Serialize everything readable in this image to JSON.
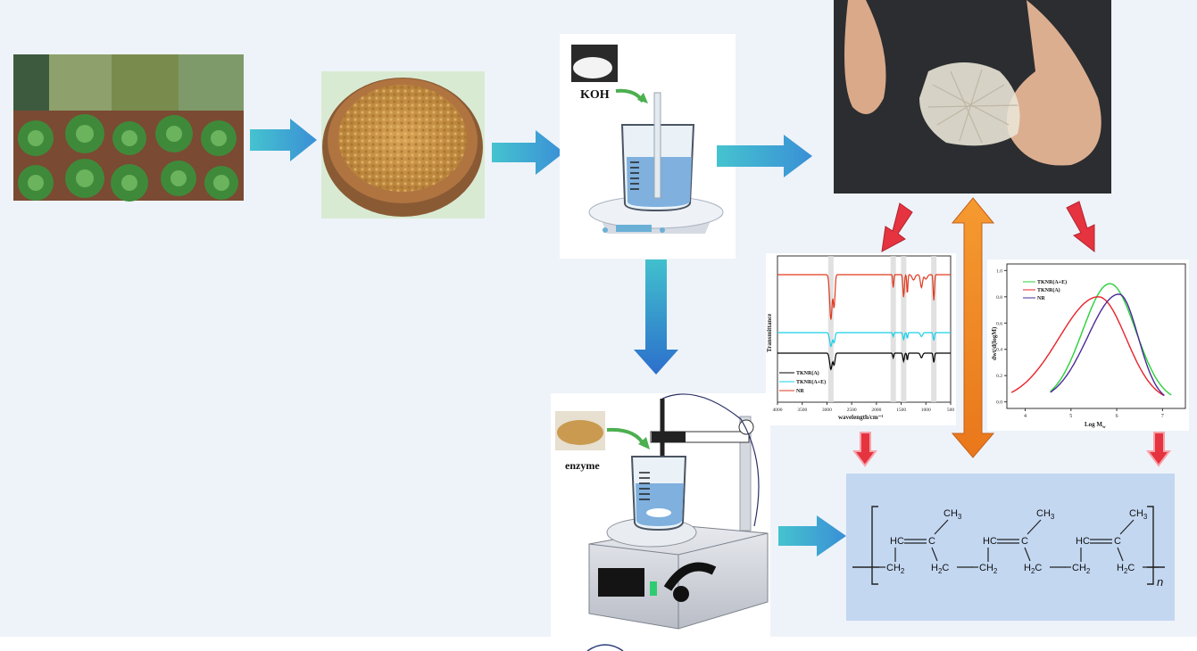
{
  "labels": {
    "koh": "KOH",
    "enzyme": "enzyme"
  },
  "colors": {
    "background": "#eef3f9",
    "arrow_teal": "#3fb8c9",
    "arrow_blue": "#2f7fd0",
    "arrow_red": "#e53340",
    "arrow_orange": "#f08423",
    "polymer_box": "#c3d7f1"
  },
  "ftir_chart": {
    "type": "line",
    "ylabel": "Transmittance",
    "xlabel": "wavelength/cm⁻¹",
    "x_ticks": [
      "4000",
      "3500",
      "3000",
      "2500",
      "2000",
      "1500",
      "1000",
      "500"
    ],
    "xlim": [
      4000,
      500
    ],
    "legend": [
      "TKNR(A)",
      "TKNR(A+E)",
      "NR"
    ],
    "series_colors": [
      "#000000",
      "#19cfe6",
      "#e0391f"
    ],
    "highlight_bands": [
      2920,
      1660,
      1450,
      840
    ]
  },
  "gpc_chart": {
    "type": "line",
    "ylabel": "dwt/d(logM)",
    "xlabel": "Log M",
    "xlabel_sub": "w",
    "x_ticks": [
      "4",
      "5",
      "6",
      "7"
    ],
    "y_ticks": [
      "0.0",
      "0.2",
      "0.4",
      "0.6",
      "0.8",
      "1.0"
    ],
    "xlim": [
      3.6,
      7.5
    ],
    "ylim": [
      -0.05,
      1.05
    ],
    "legend": [
      "TKNR(A+E)",
      "TKNR(A)",
      "NR"
    ],
    "series_colors": [
      "#29d13a",
      "#e8232a",
      "#4b2a96"
    ],
    "series": [
      {
        "name": "TKNR(A+E)",
        "peak_x": 5.85,
        "peak_y": 0.9,
        "start_x": 4.55,
        "end_x": 7.2
      },
      {
        "name": "TKNR(A)",
        "peak_x": 5.6,
        "peak_y": 0.8,
        "start_x": 3.7,
        "end_x": 7.05
      },
      {
        "name": "NR",
        "peak_x": 6.05,
        "peak_y": 0.82,
        "start_x": 4.55,
        "end_x": 7.05
      }
    ]
  },
  "polymer": {
    "repeat_sub": "n",
    "units": [
      {
        "ch3": "CH3",
        "hc": "HC",
        "c": "C",
        "ch2_a": "CH2",
        "ch2_b": "H2C"
      },
      {
        "ch3": "CH3",
        "hc": "HC",
        "c": "C",
        "ch2_a": "CH2",
        "ch2_b": "H2C"
      },
      {
        "ch3": "CH3",
        "hc": "HC",
        "c": "C",
        "ch2_a": "CH2",
        "ch2_b": "H2C"
      }
    ]
  }
}
